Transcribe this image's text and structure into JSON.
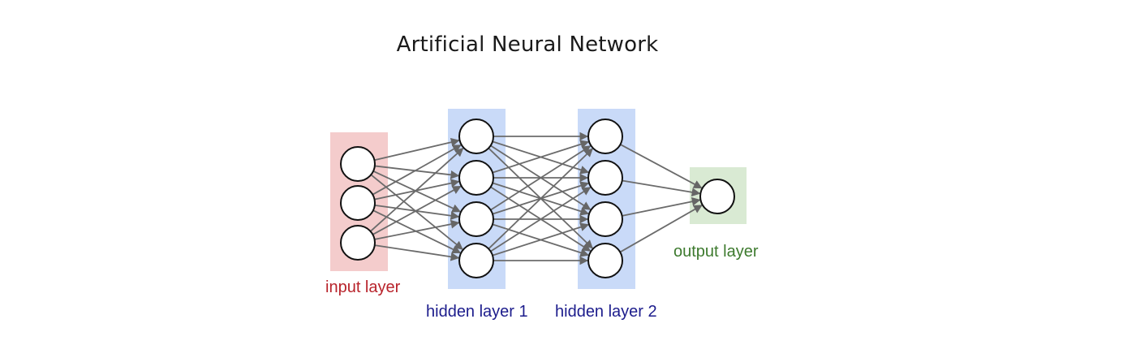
{
  "title": "Artificial Neural Network",
  "layers": [
    {
      "id": "input",
      "label": "input layer",
      "nodes": 3,
      "box_color": "#f4cccc",
      "label_color": "#b8232b"
    },
    {
      "id": "hidden1",
      "label": "hidden layer 1",
      "nodes": 4,
      "box_color": "#c9daf8",
      "label_color": "#1c1c8c"
    },
    {
      "id": "hidden2",
      "label": "hidden layer 2",
      "nodes": 4,
      "box_color": "#c9daf8",
      "label_color": "#1c1c8c"
    },
    {
      "id": "output",
      "label": "output layer",
      "nodes": 1,
      "box_color": "#d9ead3",
      "label_color": "#3d7a2e"
    }
  ],
  "connections": "fully-connected",
  "edge_color": "#6b6b6b"
}
